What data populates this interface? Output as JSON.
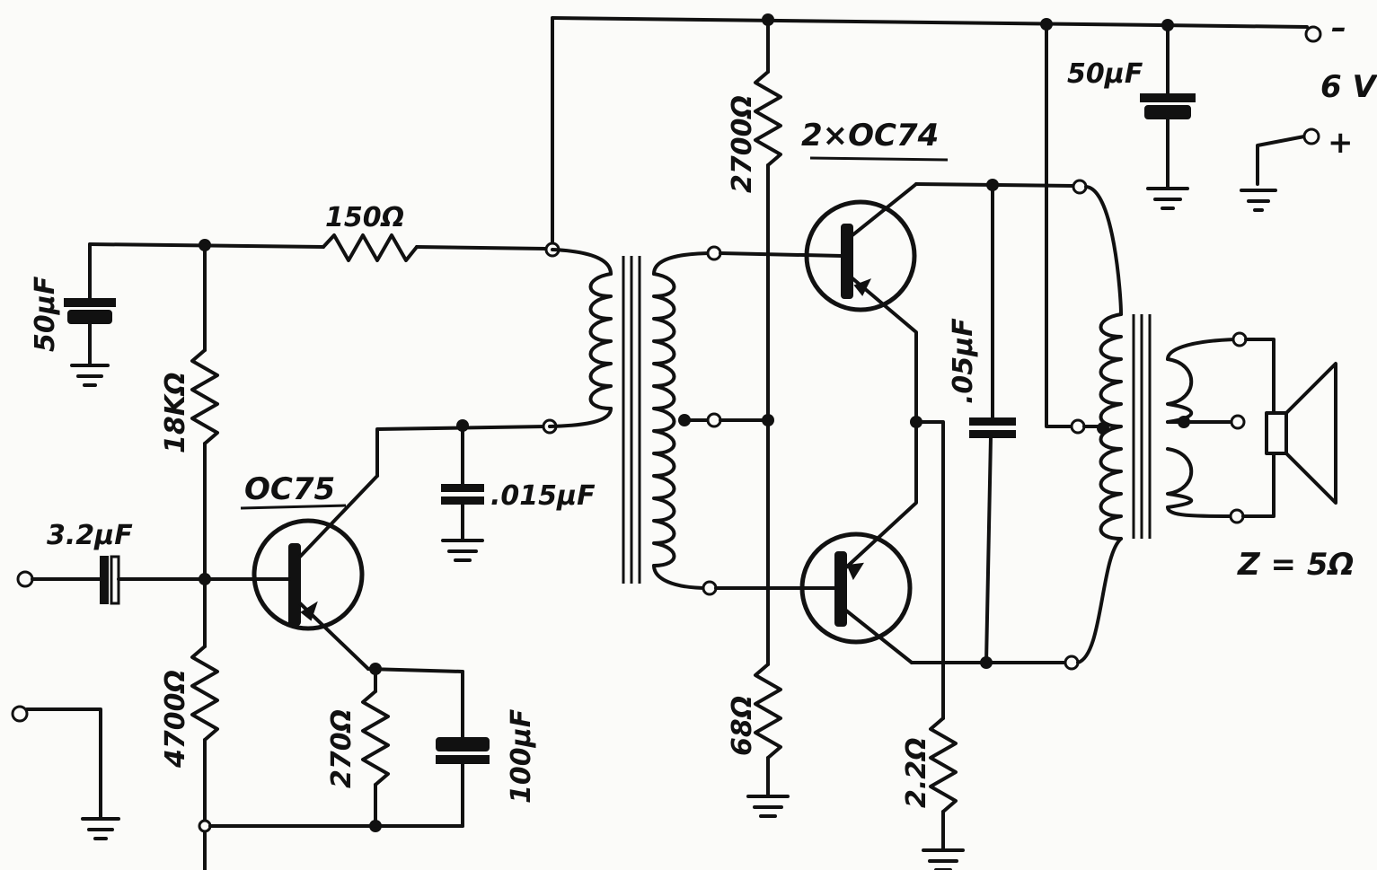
{
  "supply": {
    "voltage": "6 V",
    "negative_sign": "–",
    "positive_sign": "+"
  },
  "transistors": {
    "driver": "OC75",
    "output_pair": "2×OC74"
  },
  "resistors": {
    "r_150": "150Ω",
    "r_18k": "18KΩ",
    "r_4700": "4700Ω",
    "r_270": "270Ω",
    "r_2700": "2700Ω",
    "r_68": "68Ω",
    "r_2_2": "2.2Ω"
  },
  "capacitors": {
    "c_input": "3.2µF",
    "c_decouple_left": "50µF",
    "c_015": ".015µF",
    "c_100": "100µF",
    "c_05": ".05µF",
    "c_decouple_right": "50µF"
  },
  "speaker": {
    "impedance": "Z = 5Ω"
  },
  "colors": {
    "ink": "#111111",
    "paper": "#fbfbf9"
  }
}
